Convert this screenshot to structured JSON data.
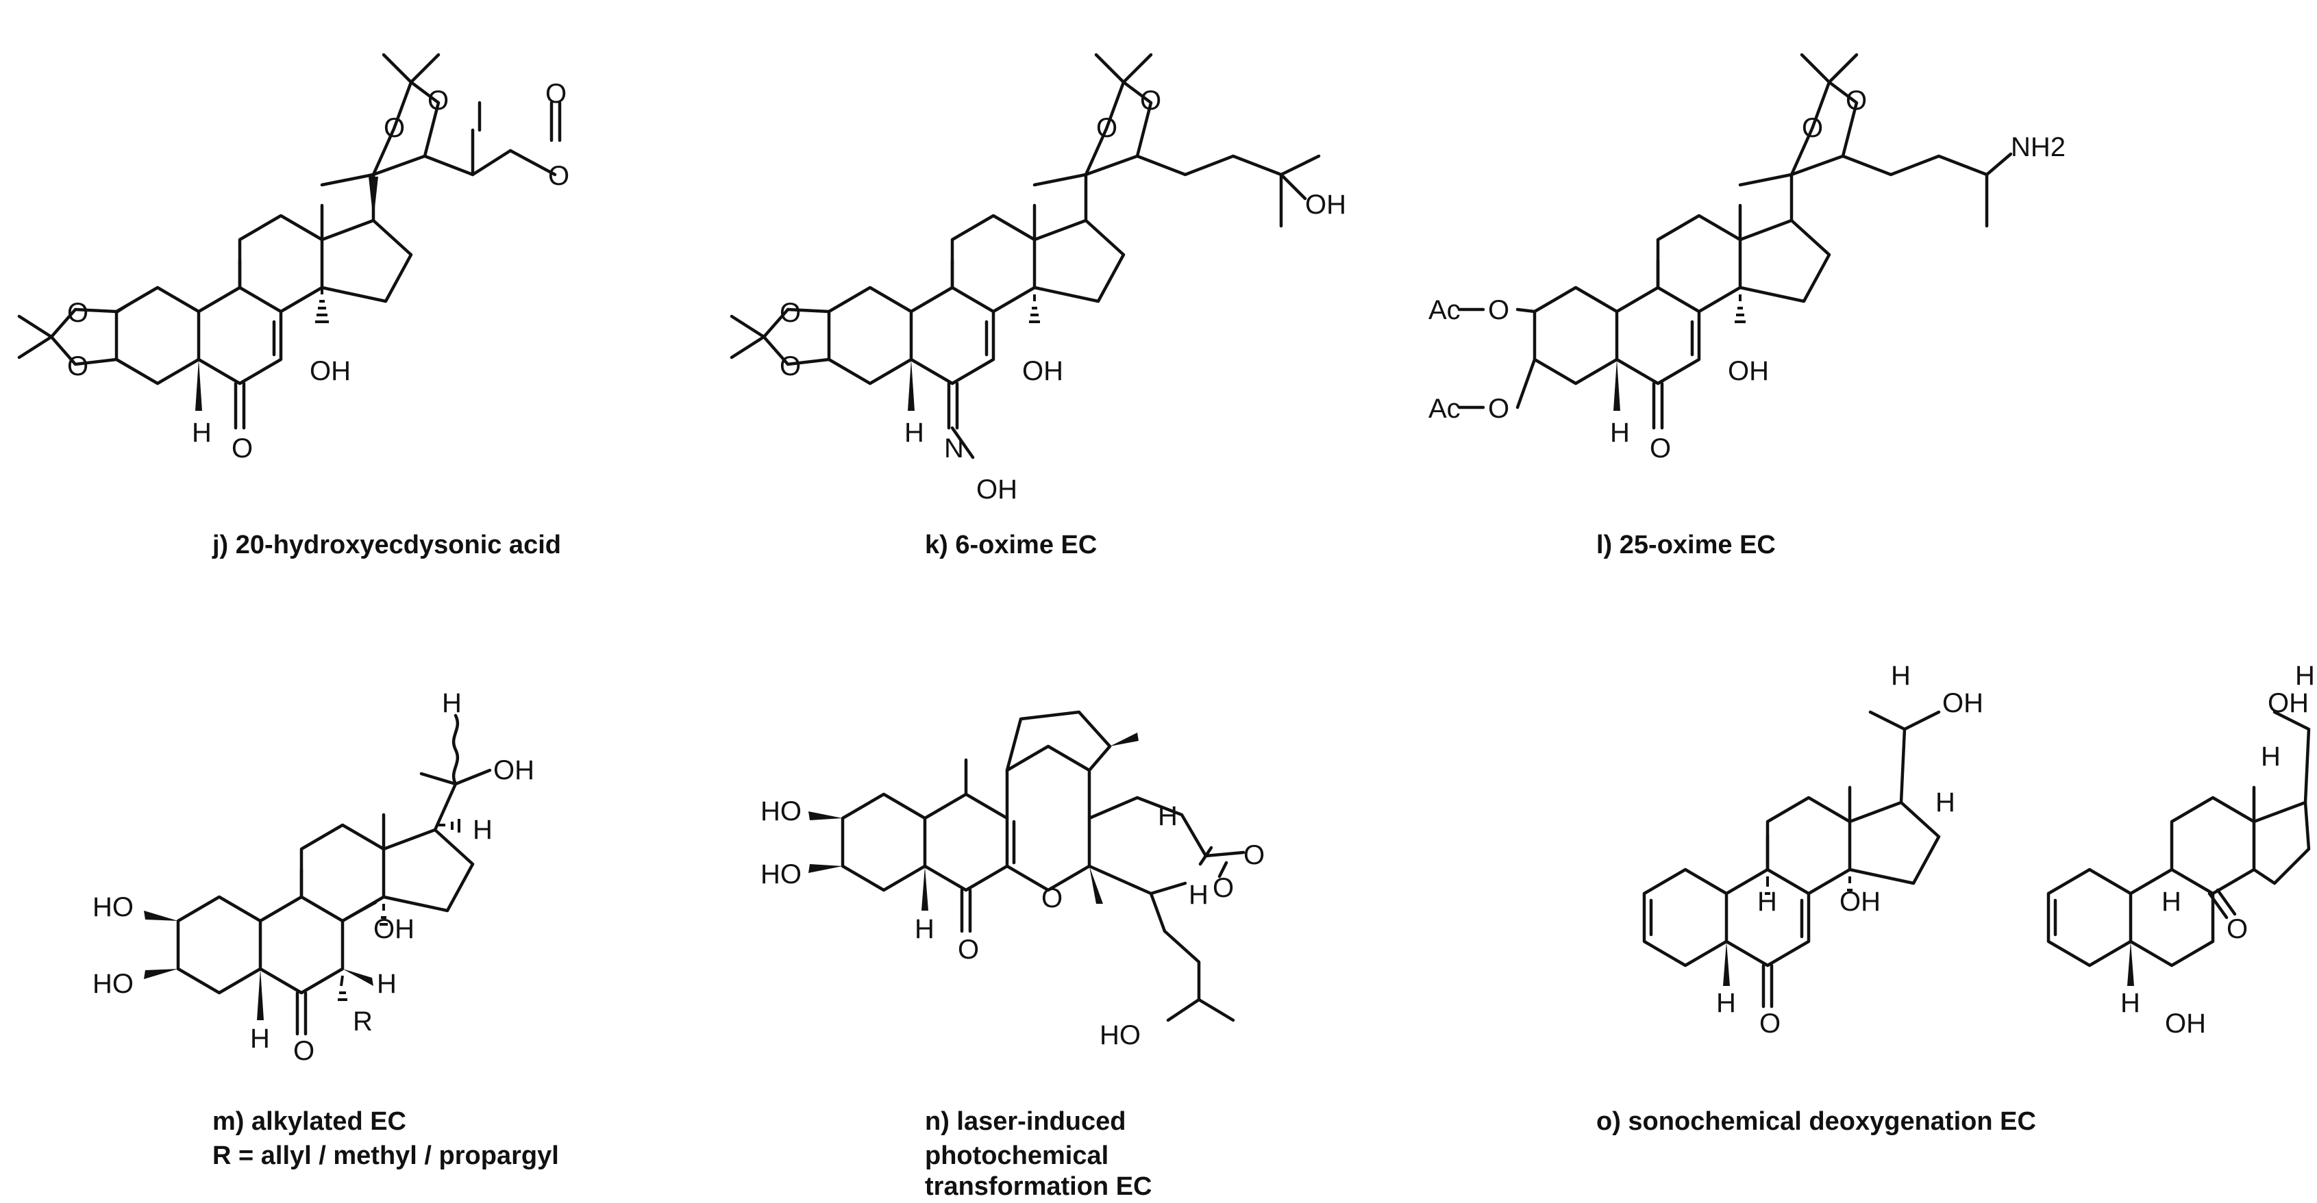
{
  "figure": {
    "compounds": [
      {
        "id": "j",
        "caption": [
          "j) 20-hydroxyecdysonic acid"
        ],
        "atoms": {
          "O1": "O",
          "O2": "O",
          "O3": "O",
          "O4": "O",
          "OH14": "OH",
          "H5": "H",
          "O6": "O",
          "Oc": "O",
          "Oe": "O"
        }
      },
      {
        "id": "k",
        "caption": [
          "k) 6-oxime EC"
        ],
        "atoms": {
          "O1": "O",
          "O2": "O",
          "O3": "O",
          "O4": "O",
          "OH14": "OH",
          "H5": "H",
          "N": "N",
          "NOH": "OH",
          "OH25": "OH"
        }
      },
      {
        "id": "l",
        "caption": [
          "l) 25-oxime EC"
        ],
        "atoms": {
          "Ac1": "Ac",
          "O1": "O",
          "Ac2": "Ac",
          "O2": "O",
          "O3": "O",
          "O4": "O",
          "OH14": "OH",
          "H5": "H",
          "O6": "O",
          "NH2": "NH2"
        }
      },
      {
        "id": "m",
        "caption": [
          "m) alkylated EC",
          "R = allyl / methyl / propargyl"
        ],
        "atoms": {
          "HO2": "HO",
          "HO3": "HO",
          "OH14": "OH",
          "H5": "H",
          "O6": "O",
          "R": "R",
          "H7": "H",
          "H17": "H",
          "H20": "H",
          "OH20": "OH"
        }
      },
      {
        "id": "n",
        "caption": [
          "n) laser-induced",
          "photochemical",
          "transformation EC"
        ],
        "atoms": {
          "HO2": "HO",
          "HO3": "HO",
          "H5": "H",
          "O6": "O",
          "Oring": "O",
          "H17": "H",
          "H22": "H",
          "Olac": "O",
          "Olac2": "O",
          "HO25": "HO"
        }
      },
      {
        "id": "o",
        "caption": [
          "o) sonochemical deoxygenation EC"
        ],
        "atoms": {
          "H9a": "H",
          "OH14a": "OH",
          "H5a": "H",
          "O6a": "O",
          "H17a": "H",
          "H20a": "H",
          "OH20a": "OH",
          "H9b": "H",
          "O14b": "O",
          "H5b": "H",
          "OH6b": "OH",
          "H17b": "H",
          "H20b": "H",
          "OH20b": "OH"
        }
      }
    ]
  }
}
